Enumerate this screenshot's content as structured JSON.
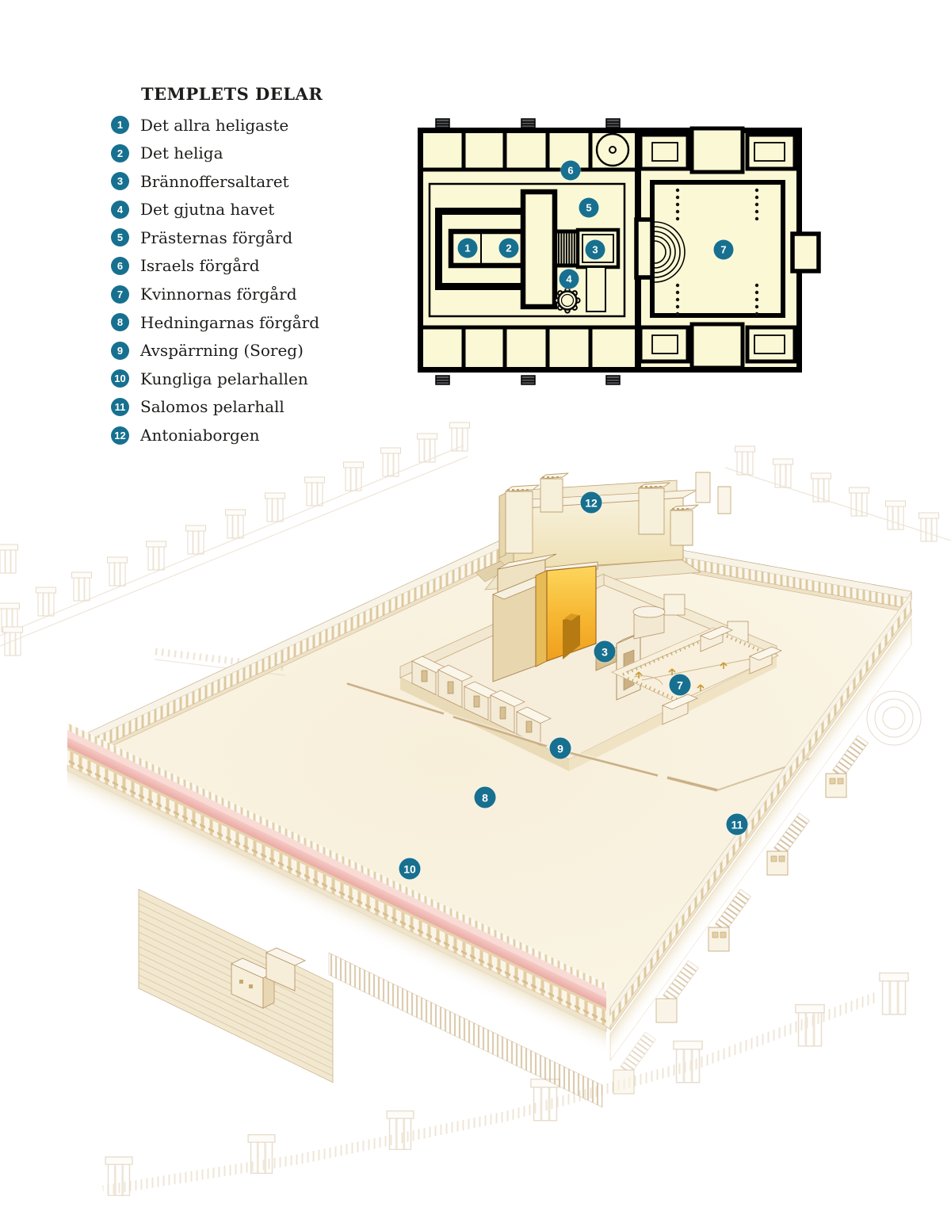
{
  "header": {
    "title": "TEMPLETS DELAR"
  },
  "legend": {
    "items": [
      {
        "num": "1",
        "label": "Det allra heligaste"
      },
      {
        "num": "2",
        "label": "Det heliga"
      },
      {
        "num": "3",
        "label": "Brännoffersaltaret"
      },
      {
        "num": "4",
        "label": "Det gjutna havet"
      },
      {
        "num": "5",
        "label": "Prästernas förgård"
      },
      {
        "num": "6",
        "label": "Israels förgård"
      },
      {
        "num": "7",
        "label": "Kvinnornas förgård"
      },
      {
        "num": "8",
        "label": "Hedningarnas förgård"
      },
      {
        "num": "9",
        "label": "Avspärrning (Soreg)"
      },
      {
        "num": "10",
        "label": "Kungliga pelarhallen"
      },
      {
        "num": "11",
        "label": "Salomos pelarhall"
      },
      {
        "num": "12",
        "label": "Antoniaborgen"
      }
    ]
  },
  "floor_plan": {
    "markers": [
      {
        "num": "1"
      },
      {
        "num": "2"
      },
      {
        "num": "3"
      },
      {
        "num": "4"
      },
      {
        "num": "5"
      },
      {
        "num": "6"
      },
      {
        "num": "7"
      }
    ]
  },
  "scene": {
    "markers": [
      {
        "num": "12"
      },
      {
        "num": "3"
      },
      {
        "num": "7"
      },
      {
        "num": "9"
      },
      {
        "num": "8"
      },
      {
        "num": "11"
      },
      {
        "num": "10"
      }
    ]
  },
  "colors": {
    "accent": "#17708f",
    "plan_background": "#fbf8d5",
    "facade_gold": "#f6b631",
    "stoa_roof_pink": "#f2c1bb",
    "outline_sepia": "#a6834f"
  }
}
